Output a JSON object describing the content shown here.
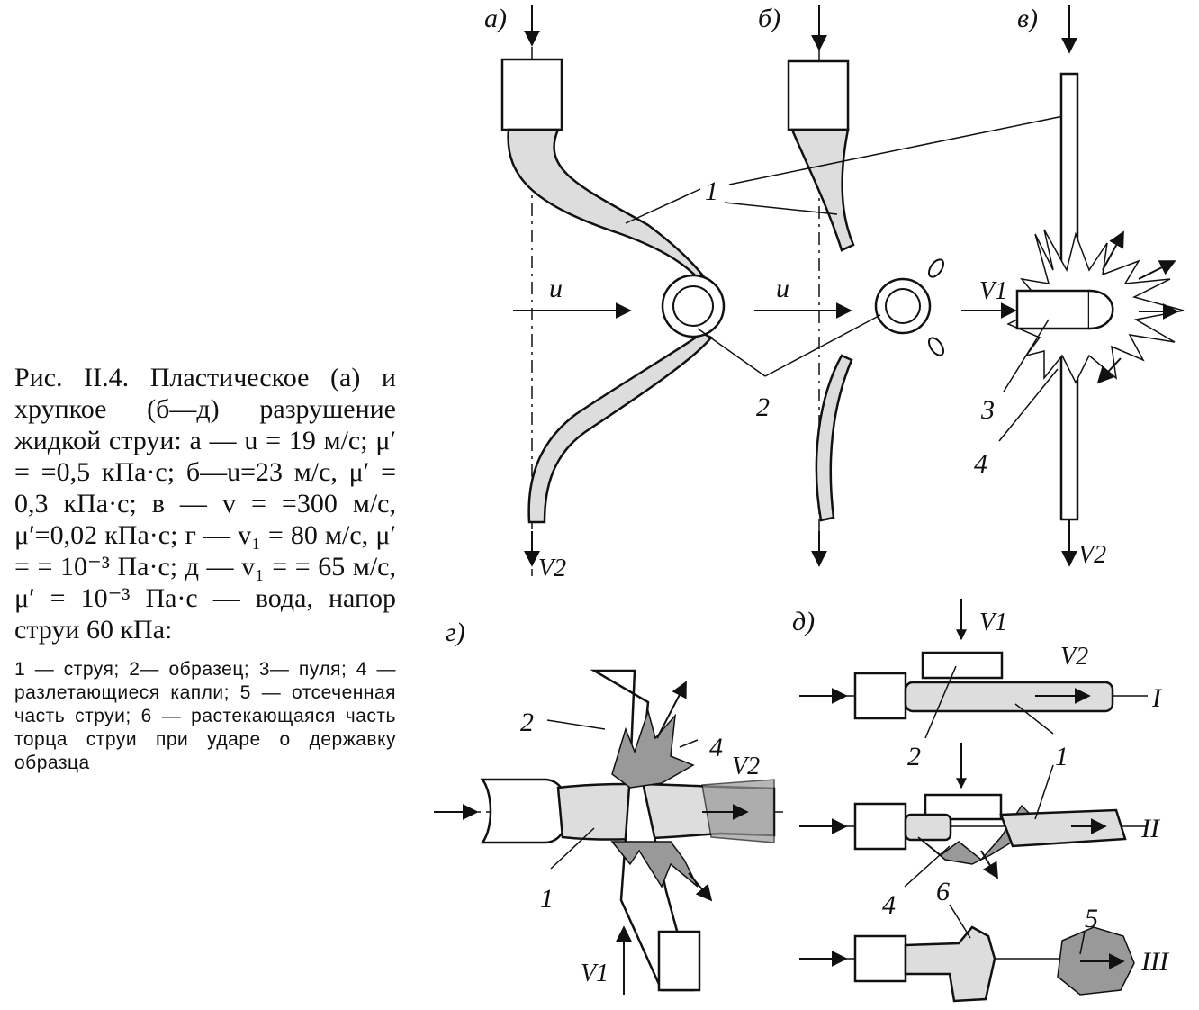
{
  "caption": {
    "main": "Рис. II.4. Пластическое (а) и хрупкое (б—д) разрушение жидкой струи: а — u = 19 м/с; μ′ = =0,5 кПа·с; б—u=23 м/с, μ′ = 0,3 кПа·с; в — v = =300 м/с, μ′=0,02 кПа·с; г — v₁ = 80 м/с, μ′ = = 10⁻³ Па·с; д — v₁ = = 65 м/с, μ′ = 10⁻³ Па·с — вода, напор струи 60 кПа:",
    "legend": "1 — струя; 2— образец; 3— пуля; 4 — разлетающиеся капли; 5 — отсеченная часть струи; 6 — растекающаяся часть торца струи при ударе о державку образца"
  },
  "panels": {
    "a": "а)",
    "b": "б)",
    "v": "в)",
    "g": "г)",
    "d": "д)"
  },
  "labels": {
    "u_a": "u",
    "u_b": "u",
    "v1_v": "V1",
    "v2_a": "V2",
    "v2_v": "V2",
    "n1_top": "1",
    "n2_top": "2",
    "n3_v": "3",
    "n4_v": "4",
    "n2_g": "2",
    "n4_g": "4",
    "v2_g": "V2",
    "n1_g": "1",
    "v1_g": "V1",
    "v1_d": "V1",
    "v2_d": "V2",
    "n2_d": "2",
    "n1_d": "1",
    "n4_d": "4",
    "n6_d": "6",
    "n5_d": "5",
    "roman1": "I",
    "roman2": "II",
    "roman3": "III"
  }
}
